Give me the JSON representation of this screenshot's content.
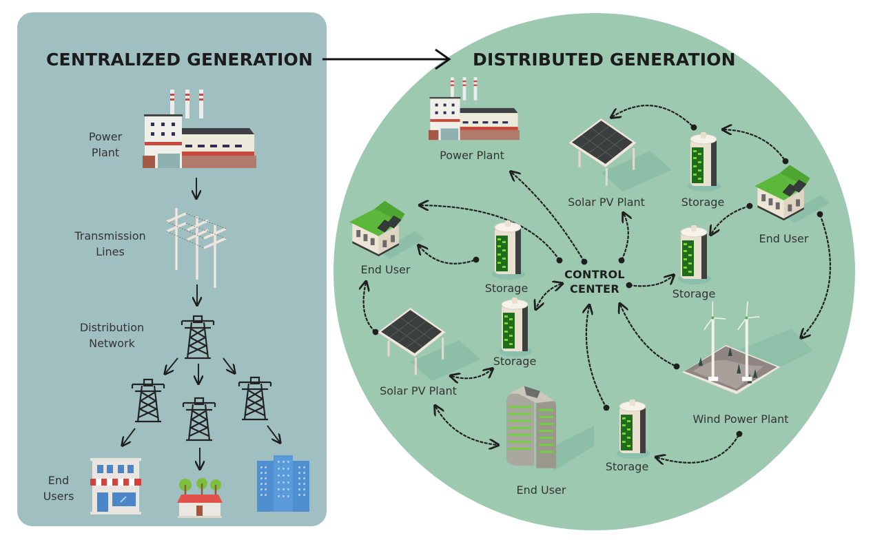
{
  "centralized": {
    "title": "CENTRALIZED GENERATION",
    "steps": [
      {
        "id": "power-plant",
        "label_lines": [
          "Power",
          "Plant"
        ]
      },
      {
        "id": "transmission-lines",
        "label_lines": [
          "Transmission",
          "Lines"
        ]
      },
      {
        "id": "distribution-network",
        "label_lines": [
          "Distribution",
          "Network"
        ]
      },
      {
        "id": "end-users",
        "label_lines": [
          "End",
          "Users"
        ]
      }
    ],
    "end_user_icons": [
      "shop-icon",
      "house-with-trees-icon",
      "office-building-icon"
    ]
  },
  "transition_arrow": {
    "from": "centralized",
    "to": "distributed"
  },
  "distributed": {
    "title": "DISTRIBUTED GENERATION",
    "hub": {
      "label_lines": [
        "CONTROL",
        "CENTER"
      ]
    },
    "nodes": [
      {
        "id": "power-plant",
        "label": "Power Plant",
        "icon": "factory-icon"
      },
      {
        "id": "solar-top",
        "label": "Solar PV Plant",
        "icon": "solar-panel-icon"
      },
      {
        "id": "storage-top",
        "label": "Storage",
        "icon": "battery-icon"
      },
      {
        "id": "end-user-right",
        "label": "End User",
        "icon": "solar-house-icon"
      },
      {
        "id": "storage-right",
        "label": "Storage",
        "icon": "battery-icon"
      },
      {
        "id": "end-user-left",
        "label": "End User",
        "icon": "solar-house-icon"
      },
      {
        "id": "storage-left",
        "label": "Storage",
        "icon": "battery-icon"
      },
      {
        "id": "storage-mid",
        "label": "Storage",
        "icon": "battery-icon"
      },
      {
        "id": "solar-left",
        "label": "Solar PV Plant",
        "icon": "solar-panel-icon"
      },
      {
        "id": "end-user-bottom",
        "label": "End User",
        "icon": "data-center-icon"
      },
      {
        "id": "storage-bottom",
        "label": "Storage",
        "icon": "battery-icon"
      },
      {
        "id": "wind",
        "label": "Wind Power Plant",
        "icon": "wind-turbine-icon"
      }
    ]
  },
  "colors": {
    "left_panel": "#9fbfc1",
    "circle": "#9dc9b0",
    "arrow": "#1e1e1e",
    "roof_green": "#5cb83a",
    "battery_green": "#3fa52a",
    "factory_red": "#c9483c",
    "building_blue": "#4f8fd0"
  }
}
